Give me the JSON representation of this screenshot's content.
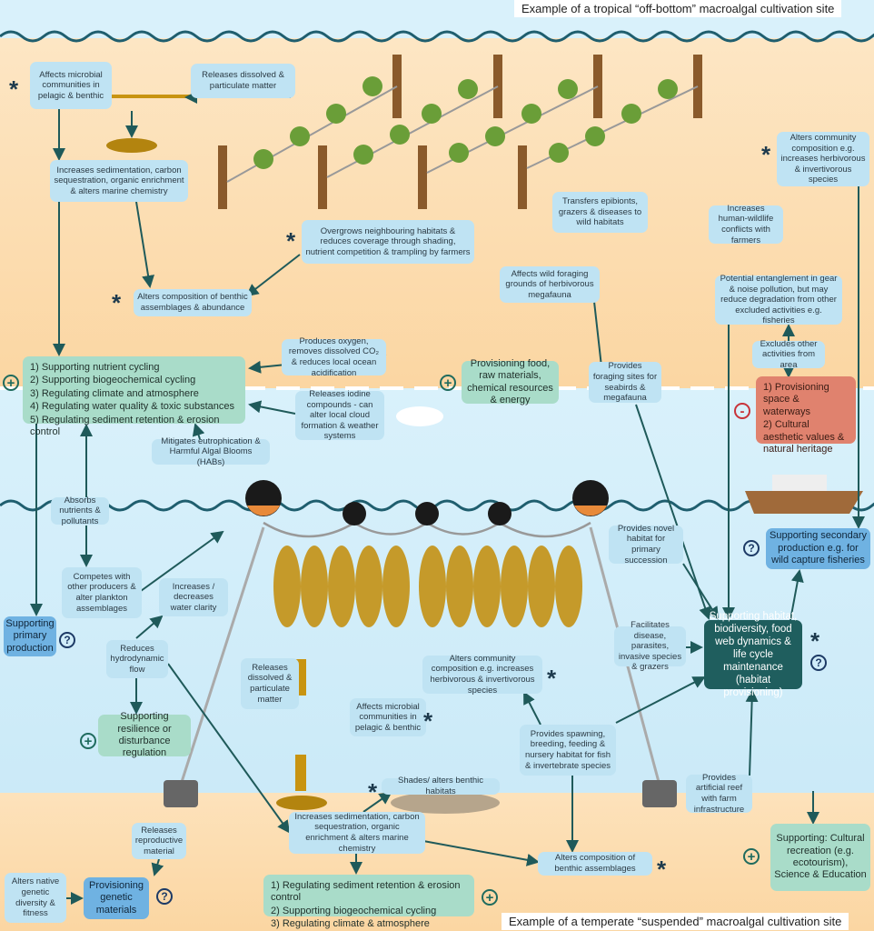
{
  "titles": {
    "top": "Example of a tropical “off-bottom” macroalgal cultivation site",
    "bottom": "Example of a temperate “suspended” macroalgal cultivation site"
  },
  "top_site": {
    "microbial": "Affects microbial communities in pelagic & benthic",
    "releases": "Releases dissolved & particulate matter",
    "sedimentation": "Increases sedimentation, carbon sequestration, organic enrichment & alters marine chemistry",
    "overgrows": "Overgrows neighbouring habitats & reduces coverage through shading, nutrient competition & trampling by farmers",
    "transfers": "Transfers epibionts, grazers & diseases to wild habitats",
    "conflicts": "Increases human-wildlife conflicts with farmers",
    "community": "Alters community composition e.g. increases herbivorous & invertivorous species",
    "benthic": "Alters composition of benthic assemblages & abundance",
    "foraging_grounds": "Affects wild foraging grounds of herbivorous megafauna",
    "entanglement": "Potential entanglement in gear & noise pollution, but may reduce degradation from other excluded activities e.g. fisheries",
    "excludes": "Excludes other activities from area",
    "oxygen": "Produces oxygen, removes dissolved CO₂ & reduces local ocean acidification",
    "provisioning_food": "Provisioning food, raw materials, chemical resources & energy",
    "foraging_sites": "Provides foraging sites for seabirds & megafauna",
    "iodine": "Releases iodine compounds - can alter local cloud formation & weather systems",
    "mitigates": "Mitigates eutrophication & Harmful Algal Blooms (HABs)"
  },
  "services_list": [
    "1)  Supporting nutrient cycling",
    "2)  Supporting biogeochemical cycling",
    "3)  Regulating climate and atmosphere",
    "4)  Regulating water quality & toxic substances",
    "5)  Regulating sediment retention & erosion control"
  ],
  "negative_list": [
    "1)  Provisioning space & waterways",
    "2)  Cultural aesthetic values & natural heritage"
  ],
  "bottom_site": {
    "absorbs": "Absorbs nutrients & pollutants",
    "competes": "Competes with other producers & alter plankton assemblages",
    "primary_production": "Supporting primary production",
    "clarity": "Increases / decreases water clarity",
    "hydrodynamic": "Reduces hydrodynamic flow",
    "releases": "Releases dissolved & particulate matter",
    "resilience": "Supporting resilience or disturbance regulation",
    "novel_habitat": "Provides novel habitat for primary succession",
    "secondary_production": "Supporting secondary production e.g. for wild capture fisheries",
    "disease": "Facilitates disease, parasites, invasive species & grazers",
    "habitat_provisioning": "Supporting habitat, biodiversity, food web dynamics & life cycle maintenance (habitat provisioning)",
    "community": "Alters community composition e.g. increases herbivorous & invertivorous species",
    "microbial": "Affects microbial communities in pelagic & benthic",
    "spawning": "Provides spawning, breeding, feeding & nursery habitat for fish & invertebrate species",
    "shades": "Shades/ alters benthic habitats",
    "artificial_reef": "Provides artificial reef with farm infrastructure",
    "sedimentation": "Increases sedimentation, carbon sequestration, organic enrichment & alters marine chemistry",
    "reproductive": "Releases reproductive material",
    "genetic_diversity": "Alters native genetic diversity & fitness",
    "genetic_materials": "Provisioning genetic materials",
    "benthic": "Alters composition of benthic assemblages",
    "cultural": "Supporting: Cultural recreation (e.g. ecotourism), Science & Education"
  },
  "bottom_list": [
    "1)  Regulating sediment retention & erosion control",
    "2)  Supporting biogeochemical cycling",
    "3)  Regulating climate & atmosphere"
  ],
  "symbols": {
    "plus": "+",
    "minus": "-",
    "question": "?",
    "asterisk": "*"
  },
  "colors": {
    "water": "#d6effa",
    "sand": "#fbd8a6",
    "teal": "#1f5e5e",
    "green_box": "#a9dcc9",
    "blue_box": "#bfe3f3",
    "red_box": "#e0826e",
    "arrow": "#1f5a5a"
  }
}
